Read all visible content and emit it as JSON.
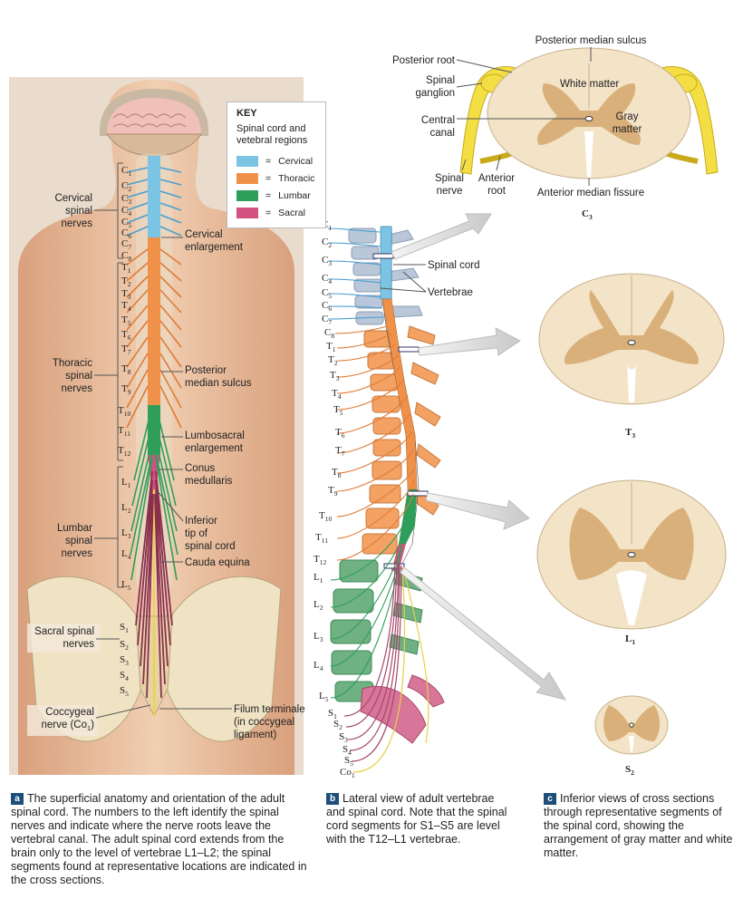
{
  "key": {
    "title": "KEY",
    "subtitle": "Spinal cord and vetebral regions",
    "rows": [
      {
        "label": "Cervical",
        "color": "#7cc4e4"
      },
      {
        "label": "Thoracic",
        "color": "#f0914a"
      },
      {
        "label": "Lumbar",
        "color": "#2f9e5a"
      },
      {
        "label": "Sacral",
        "color": "#d4507f"
      }
    ]
  },
  "panel_a": {
    "badge": "a",
    "caption": "The superficial anatomy and orientation of the adult spinal cord. The numbers to the left identify the spinal nerves and indicate where the nerve roots leave the vertebral canal. The adult spinal cord extends from the brain only to the level of vertebrae L1–L2; the spinal segments found at representative locations are indicated in the cross sections.",
    "region_labels": {
      "cervical": "Cervical spinal nerves",
      "thoracic": "Thoracic spinal nerves",
      "lumbar": "Lumbar spinal nerves",
      "sacral": "Sacral spinal nerves",
      "coccygeal": "Coccygeal nerve (Co1)"
    },
    "right_labels": {
      "cervical_enlargement": "Cervical enlargement",
      "posterior_median_sulcus": "Posterior median sulcus",
      "lumbosacral_enlargement": "Lumbosacral enlargement",
      "conus_medullaris": "Conus medullaris",
      "inferior_tip": "Inferior tip of spinal cord",
      "cauda_equina": "Cauda equina",
      "filum_terminale": "Filum terminale (in coccygeal ligament)"
    }
  },
  "panel_b": {
    "badge": "b",
    "caption": "Lateral view of adult vertebrae and spinal cord. Note that the spinal cord segments for S1–S5 are level with the T12–L1 vertebrae.",
    "spinal_cord_label": "Spinal cord",
    "vertebrae_label": "Vertebrae"
  },
  "panel_c": {
    "badge": "c",
    "caption": "Inferior views of cross sections through representative segments of the spinal cord, showing the arrangement of gray matter and white matter.",
    "c3_labels": {
      "posterior_median_sulcus": "Posterior median sulcus",
      "posterior_root": "Posterior root",
      "spinal_ganglion": "Spinal ganglion",
      "white_matter": "White matter",
      "gray_matter": "Gray matter",
      "central_canal": "Central canal",
      "spinal_nerve": "Spinal nerve",
      "anterior_root": "Anterior root",
      "anterior_median_fissure": "Anterior median fissure"
    },
    "sections": [
      "C3",
      "T3",
      "L1",
      "S2"
    ]
  },
  "colors": {
    "cervical": "#7cc4e4",
    "thoracic": "#f0914a",
    "lumbar": "#2f9e5a",
    "sacral": "#d4507f",
    "white_matter": "#f3e3c7",
    "gray_matter": "#d9b07a",
    "ganglion": "#f3df43",
    "skin": "#efc6a4",
    "bone": "#e9d9b8",
    "badge": "#1e4f7a"
  }
}
